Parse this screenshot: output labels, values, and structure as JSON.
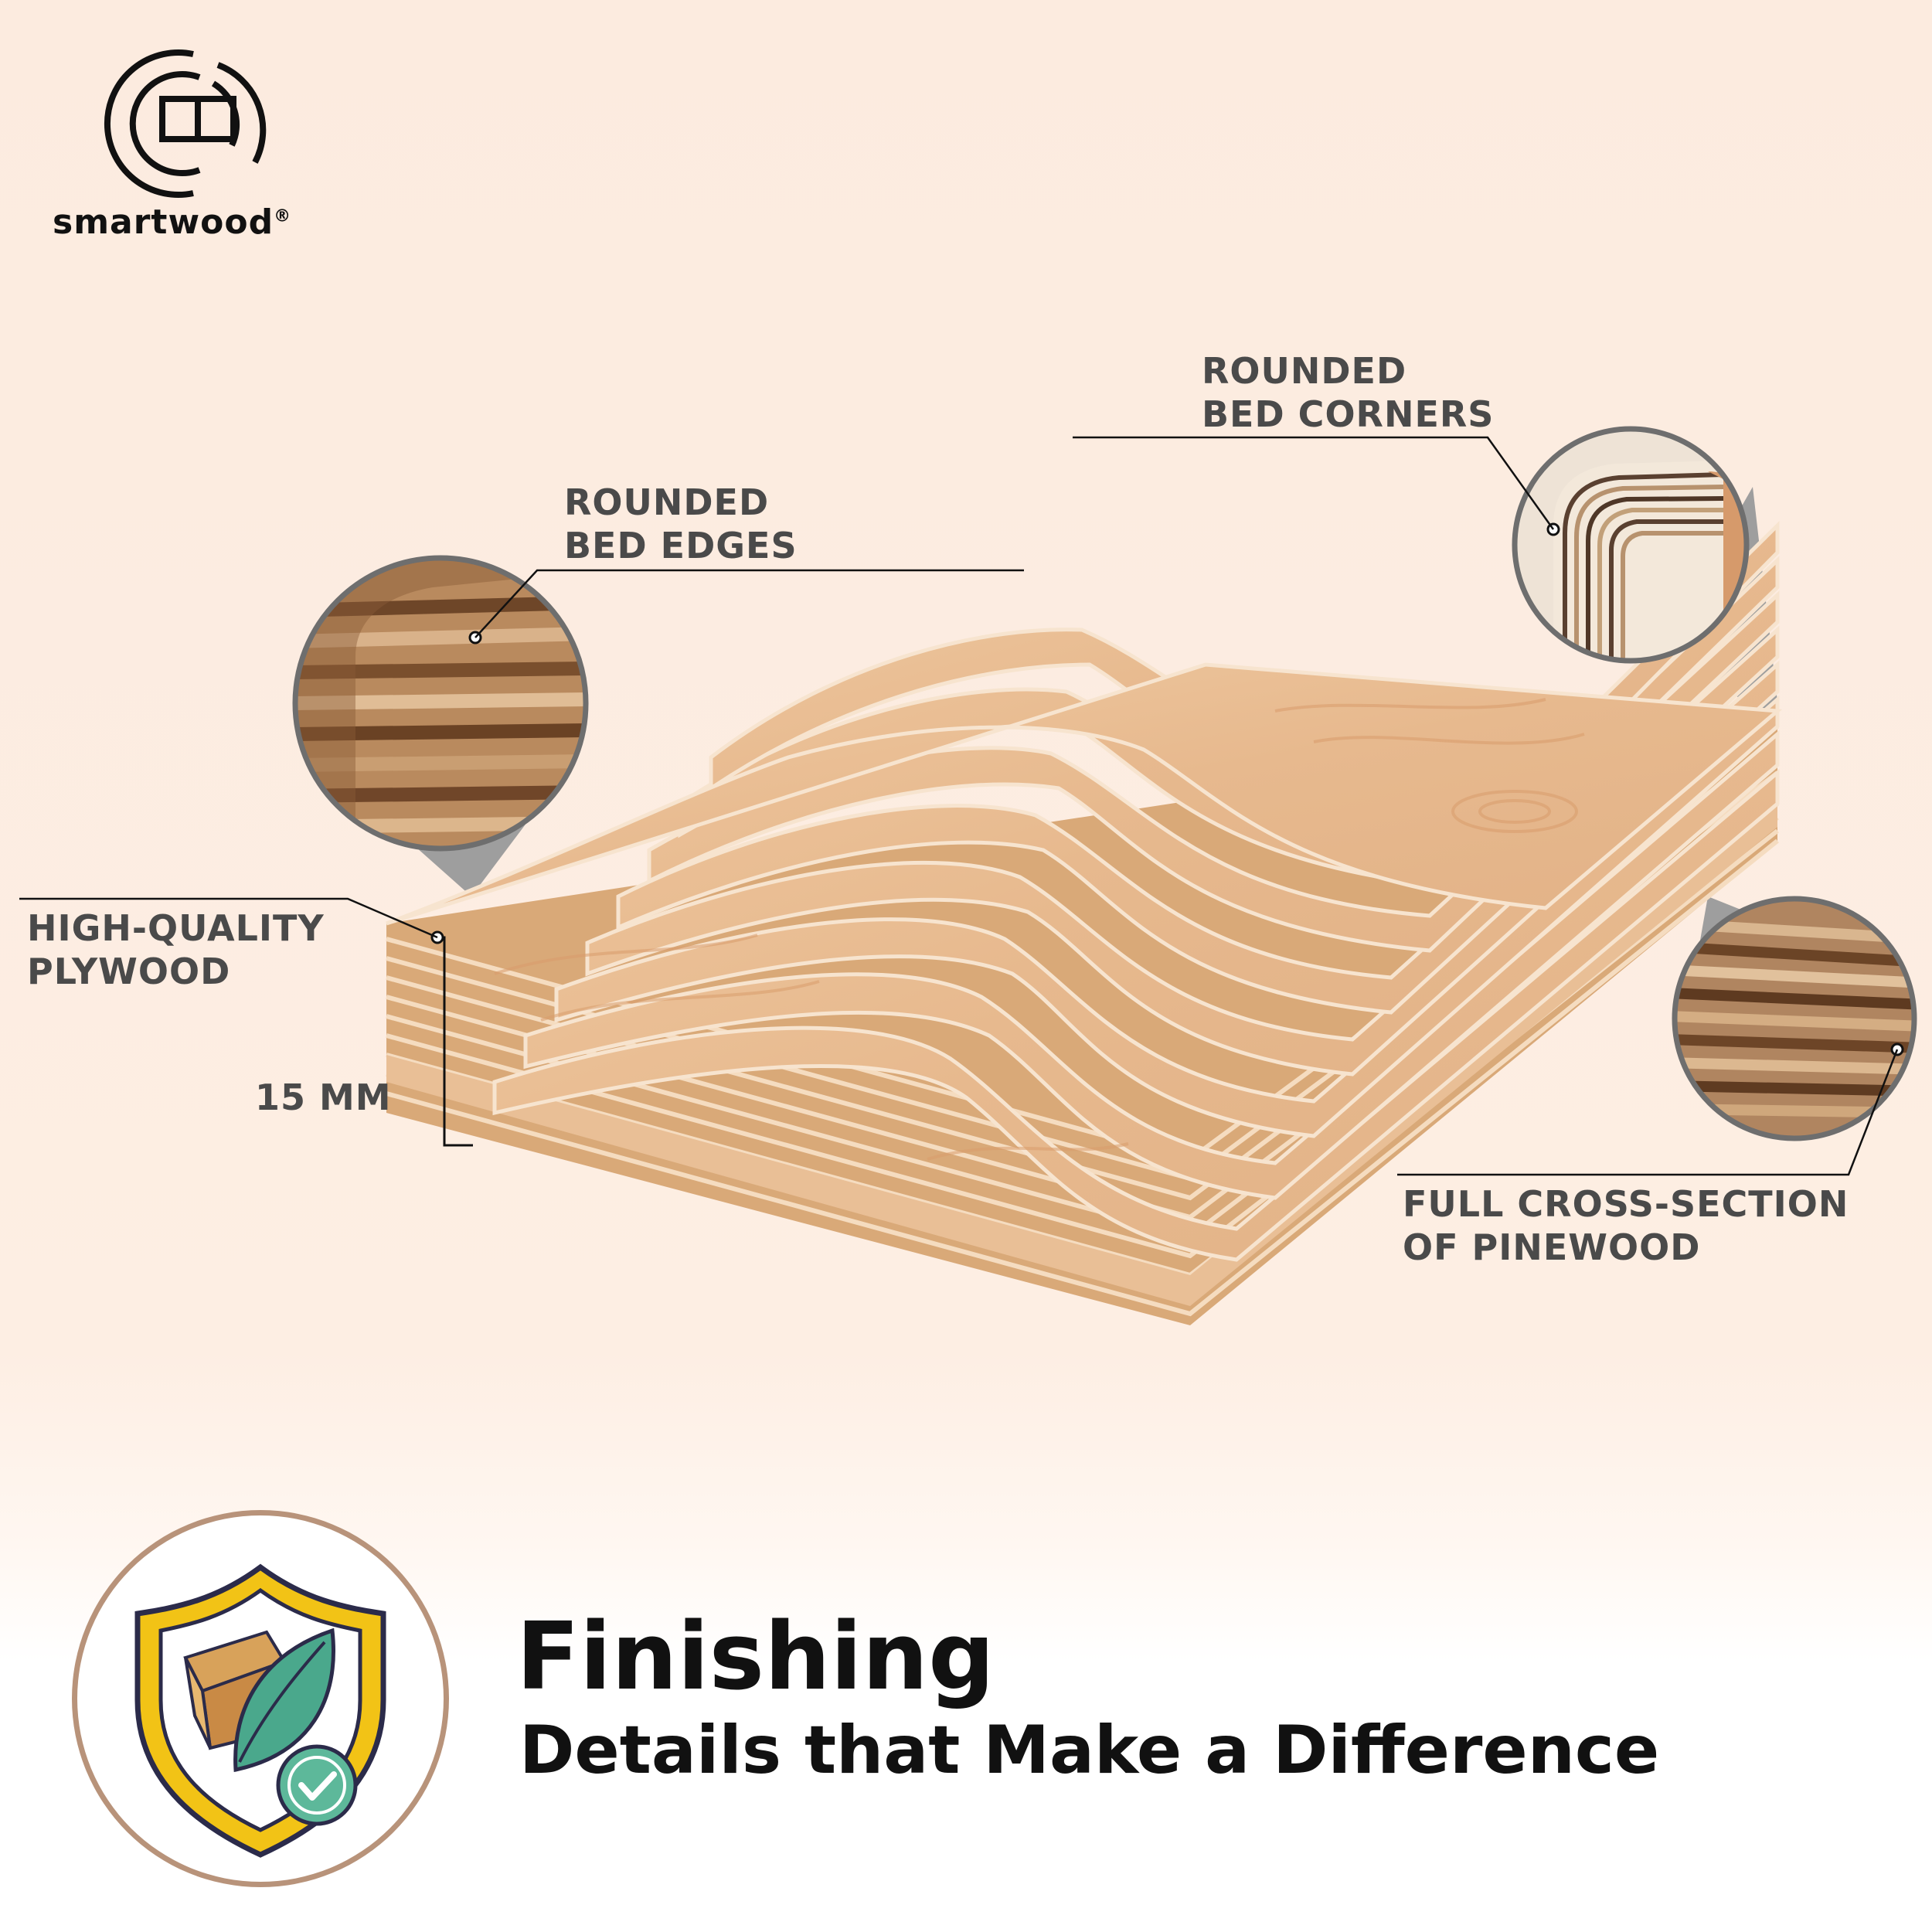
{
  "brand": {
    "name": "smartwood",
    "mark": "®"
  },
  "callouts": {
    "rounded_edges": {
      "line1": "ROUNDED",
      "line2": "BED EDGES"
    },
    "rounded_corners": {
      "line1": "ROUNDED",
      "line2": "BED CORNERS"
    },
    "plywood": {
      "line1": "HIGH-QUALITY",
      "line2": "PLYWOOD"
    },
    "thickness": "15 MM",
    "cross_section": {
      "line1": "FULL CROSS-SECTION",
      "line2": "OF PINEWOOD"
    }
  },
  "footer": {
    "title": "Finishing",
    "subtitle": "Details that Make a Difference",
    "badge_icon": "shield-wood-leaf-check-icon"
  },
  "colors": {
    "background": "#fcebdf",
    "label_text": "#4a4a4a",
    "wood": "#e8bf95",
    "wood_dark": "#b07a4f",
    "shield_yellow": "#f2c316",
    "leaf_green": "#4aa88c"
  }
}
